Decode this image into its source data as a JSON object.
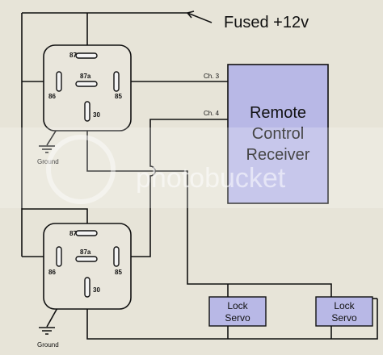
{
  "supply": {
    "label": "Fused +12v"
  },
  "receiver": {
    "lines": [
      "Remote",
      "Control",
      "Receiver"
    ]
  },
  "channels": {
    "ch3": "Ch. 3",
    "ch4": "Ch. 4"
  },
  "relays": [
    {
      "pins": {
        "p87": "87",
        "p87a": "87a",
        "p86": "86",
        "p85": "85",
        "p30": "30"
      },
      "ground": "Ground"
    },
    {
      "pins": {
        "p87": "87",
        "p87a": "87a",
        "p86": "86",
        "p85": "85",
        "p30": "30"
      },
      "ground": "Ground"
    }
  ],
  "servos": [
    {
      "lines": [
        "Lock",
        "Servo"
      ]
    },
    {
      "lines": [
        "Lock",
        "Servo"
      ]
    }
  ],
  "watermark": {
    "text": "photobucket"
  }
}
